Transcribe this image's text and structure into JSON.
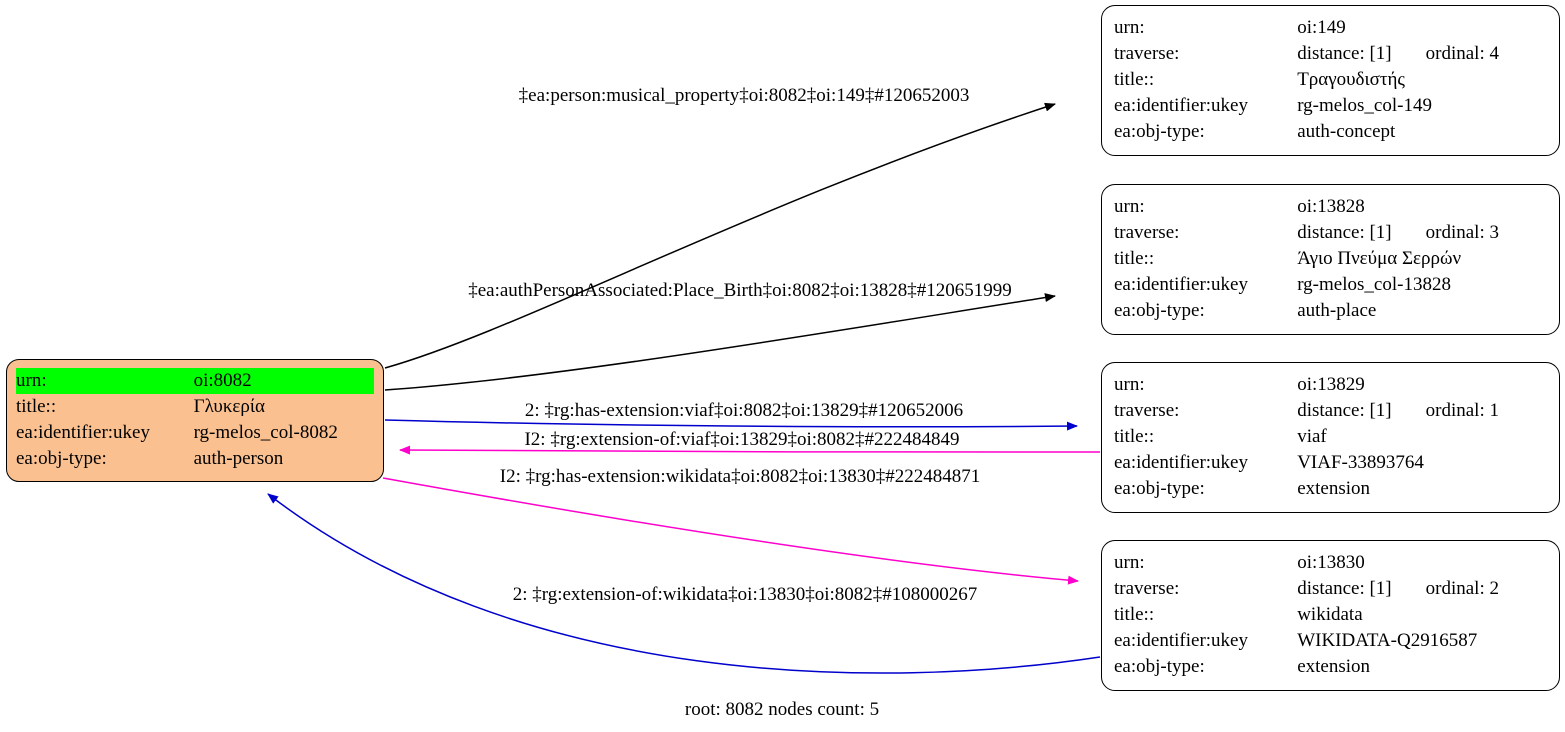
{
  "graph": {
    "footer": "root: 8082 nodes count: 5",
    "colors": {
      "root_fill": "#fac090",
      "highlight": "#00ff00",
      "edge_black": "#000000",
      "edge_blue": "#0000cc",
      "edge_magenta": "#ff00cc",
      "node_border": "#000000",
      "background": "#ffffff"
    }
  },
  "root_node": {
    "rows": [
      {
        "key": "urn:",
        "value": "oi:8082",
        "highlight": true
      },
      {
        "key": "title::",
        "value": "Γλυκερία",
        "highlight": false
      },
      {
        "key": "ea:identifier:ukey",
        "value": "rg-melos_col-8082",
        "highlight": false
      },
      {
        "key": "ea:obj-type:",
        "value": "auth-person",
        "highlight": false
      }
    ]
  },
  "nodes": [
    {
      "id": "oi149",
      "rows": [
        {
          "key": "urn:",
          "value": "oi:149"
        },
        {
          "key": "traverse:",
          "value": "distance: [1]",
          "value2": "ordinal: 4"
        },
        {
          "key": "title::",
          "value": "Τραγουδιστής"
        },
        {
          "key": "ea:identifier:ukey",
          "value": "rg-melos_col-149"
        },
        {
          "key": "ea:obj-type:",
          "value": "auth-concept"
        }
      ]
    },
    {
      "id": "oi13828",
      "rows": [
        {
          "key": "urn:",
          "value": "oi:13828"
        },
        {
          "key": "traverse:",
          "value": "distance: [1]",
          "value2": "ordinal: 3"
        },
        {
          "key": "title::",
          "value": "Άγιο Πνεύμα Σερρών"
        },
        {
          "key": "ea:identifier:ukey",
          "value": "rg-melos_col-13828"
        },
        {
          "key": "ea:obj-type:",
          "value": "auth-place"
        }
      ]
    },
    {
      "id": "oi13829",
      "rows": [
        {
          "key": "urn:",
          "value": "oi:13829"
        },
        {
          "key": "traverse:",
          "value": "distance: [1]",
          "value2": "ordinal: 1"
        },
        {
          "key": "title::",
          "value": "viaf"
        },
        {
          "key": "ea:identifier:ukey",
          "value": "VIAF-33893764"
        },
        {
          "key": "ea:obj-type:",
          "value": "extension"
        }
      ]
    },
    {
      "id": "oi13830",
      "rows": [
        {
          "key": "urn:",
          "value": "oi:13830"
        },
        {
          "key": "traverse:",
          "value": "distance: [1]",
          "value2": "ordinal: 2"
        },
        {
          "key": "title::",
          "value": "wikidata"
        },
        {
          "key": "ea:identifier:ukey",
          "value": "WIKIDATA-Q2916587"
        },
        {
          "key": "ea:obj-type:",
          "value": "extension"
        }
      ]
    }
  ],
  "edges": [
    {
      "id": "edge-musical-property",
      "label": "‡ea:person:musical_property‡oi:8082‡oi:149‡#120652003",
      "color": "#000000",
      "from": "root",
      "to": "oi149"
    },
    {
      "id": "edge-place-birth",
      "label": "‡ea:authPersonAssociated:Place_Birth‡oi:8082‡oi:13828‡#120651999",
      "color": "#000000",
      "from": "root",
      "to": "oi13828"
    },
    {
      "id": "edge-has-extension-viaf",
      "label": "2: ‡rg:has-extension:viaf‡oi:8082‡oi:13829‡#120652006",
      "color": "#0000cc",
      "from": "root",
      "to": "oi13829"
    },
    {
      "id": "edge-extension-of-viaf",
      "label": "I2: ‡rg:extension-of:viaf‡oi:13829‡oi:8082‡#222484849",
      "color": "#ff00cc",
      "from": "oi13829",
      "to": "root"
    },
    {
      "id": "edge-has-extension-wikidata",
      "label": "I2: ‡rg:has-extension:wikidata‡oi:8082‡oi:13830‡#222484871",
      "color": "#ff00cc",
      "from": "root",
      "to": "oi13830"
    },
    {
      "id": "edge-extension-of-wikidata",
      "label": "2: ‡rg:extension-of:wikidata‡oi:13830‡oi:8082‡#108000267",
      "color": "#0000cc",
      "from": "oi13830",
      "to": "root"
    }
  ]
}
